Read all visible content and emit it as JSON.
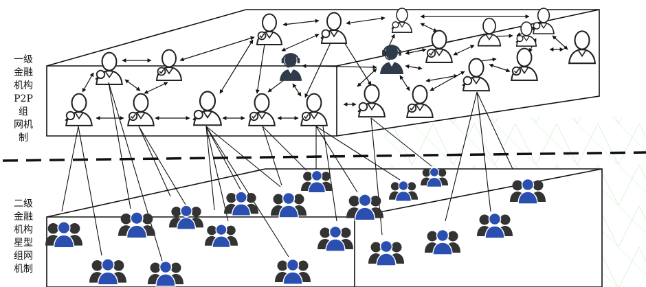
{
  "labels": {
    "top": [
      "一级",
      "金融",
      "机构",
      "P2P组",
      "网机",
      "制"
    ],
    "bottom": [
      "二级",
      "金融",
      "机构",
      "星型",
      "组网",
      "机制"
    ]
  },
  "colors": {
    "line": "#111111",
    "group_blue": "#2b4fb0",
    "group_dark": "#333333",
    "service_dark": "#2f3a4a",
    "watermark": "#bfe8bf"
  },
  "icons": {
    "single": "person-outline-icon",
    "verified": "verified-person-icon",
    "search": "search-person-icon",
    "service": "customer-service-icon",
    "group": "user-group-icon"
  }
}
